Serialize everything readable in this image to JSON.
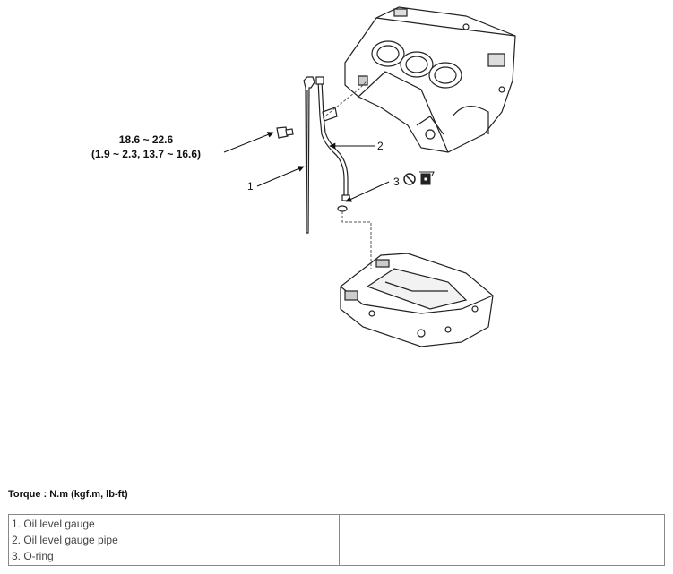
{
  "torque": {
    "value_nm": "18.6 ~ 22.6",
    "value_alt": "(1.9 ~ 2.3, 13.7 ~ 16.6)"
  },
  "callouts": {
    "gauge": "1",
    "pipe": "2",
    "oring": "3"
  },
  "heading": "Torque : N.m (kgf.m, lb-ft)",
  "legend": {
    "items": [
      "1. Oil level gauge",
      "2. Oil level gauge pipe",
      "3. O-ring"
    ]
  },
  "icons": [
    "no-reuse-icon",
    "replace-part-icon"
  ]
}
